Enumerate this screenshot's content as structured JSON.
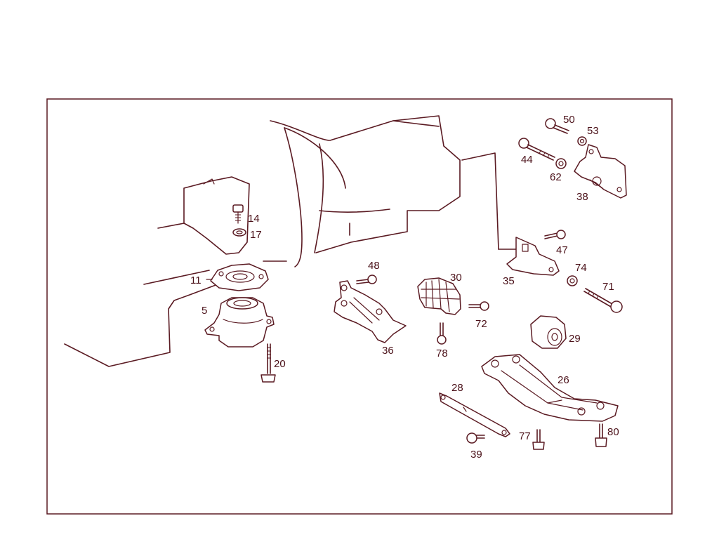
{
  "diagram": {
    "colors": {
      "line": "#5a1a22",
      "label": "#4a1018",
      "background": "#ffffff"
    },
    "labels": {
      "p5": "5",
      "p11": "11",
      "p14": "14",
      "p17": "17",
      "p20": "20",
      "p26": "26",
      "p28": "28",
      "p29": "29",
      "p30": "30",
      "p35": "35",
      "p36": "36",
      "p38": "38",
      "p39": "39",
      "p44": "44",
      "p47": "47",
      "p48": "48",
      "p50": "50",
      "p53": "53",
      "p62": "62",
      "p71": "71",
      "p72": "72",
      "p74": "74",
      "p77": "77",
      "p78": "78",
      "p80": "80"
    }
  }
}
